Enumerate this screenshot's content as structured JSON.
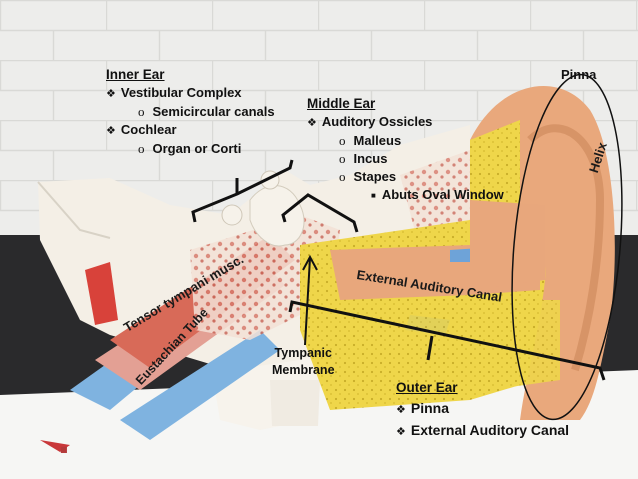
{
  "inner_ear": {
    "heading": "Inner Ear",
    "item1": "Vestibular Complex",
    "item1_sub": "Semicircular canals",
    "item2": "Cochlear",
    "item2_sub": "Organ or Corti"
  },
  "middle_ear": {
    "heading": "Middle Ear",
    "item1": "Auditory Ossicles",
    "subs": [
      "Malleus",
      "Incus",
      "Stapes"
    ],
    "subsub": "Abuts Oval Window"
  },
  "outer_ear": {
    "heading": "Outer Ear",
    "items": [
      "Pinna",
      "External Auditory Canal"
    ]
  },
  "labels": {
    "pinna": "Pinna",
    "helix": "Helix",
    "tensor": "Tensor tympani musc.",
    "eustachian": "Eustachian Tube",
    "external_canal": "External Auditory Canal",
    "tympanic_1": "Tympanic",
    "tympanic_2": "Membrane"
  },
  "markers": {
    "diamond": "❖",
    "circle": "o",
    "square": "■"
  },
  "colors": {
    "flesh": "#e8a77c",
    "bone": "#f4efe6",
    "cartilage": "#efd64a",
    "canal_blue": "#6ea3d8",
    "muscle_red": "#d8423a",
    "wall": "#ececea"
  }
}
